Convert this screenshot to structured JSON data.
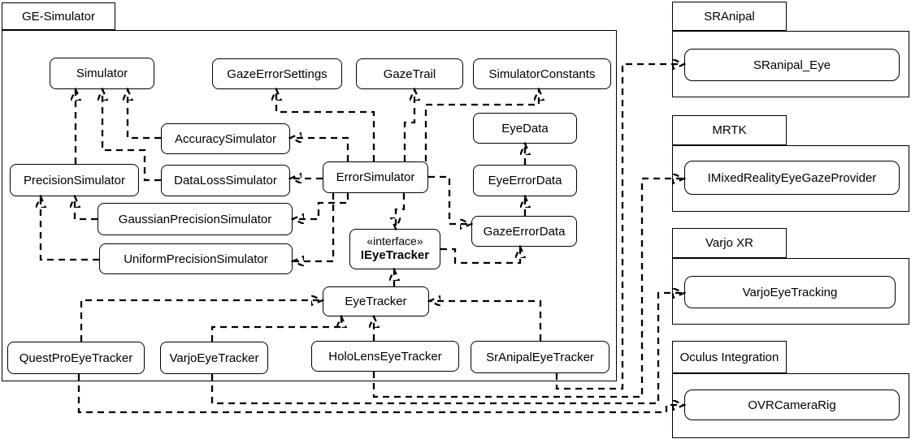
{
  "main_package_label": "GE-Simulator",
  "classes": {
    "simulator": "Simulator",
    "gaze_error_settings": "GazeErrorSettings",
    "gaze_trail": "GazeTrail",
    "simulator_constants": "SimulatorConstants",
    "accuracy_simulator": "AccuracySimulator",
    "eye_data": "EyeData",
    "precision_simulator": "PrecisionSimulator",
    "data_loss_simulator": "DataLossSimulator",
    "error_simulator": "ErrorSimulator",
    "eye_error_data": "EyeErrorData",
    "gaussian_precision_simulator": "GaussianPrecisionSimulator",
    "gaze_error_data": "GazeErrorData",
    "uniform_precision_simulator": "UniformPrecisionSimulator",
    "interface_stereotype": "«interface»",
    "interface_name": "IEyeTracker",
    "eye_tracker": "EyeTracker",
    "quest_pro_eye_tracker": "QuestProEyeTracker",
    "varjo_eye_tracker": "VarjoEyeTracker",
    "hololens_eye_tracker": "HoloLensEyeTracker",
    "sranipal_eye_tracker": "SrAnipalEyeTracker"
  },
  "external_packages": [
    {
      "label": "SRAnipal",
      "class_name": "SRanipal_Eye"
    },
    {
      "label": "MRTK",
      "class_name": "IMixedRealityEyeGazeProvider"
    },
    {
      "label": "Varjo XR",
      "class_name": "VarjoEyeTracking"
    },
    {
      "label": "Oculus Integration",
      "class_name": "OVRCameraRig"
    }
  ],
  "dependencies": [
    {
      "from": "PrecisionSimulator",
      "to": "Simulator"
    },
    {
      "from": "DataLossSimulator",
      "to": "Simulator"
    },
    {
      "from": "AccuracySimulator",
      "to": "Simulator"
    },
    {
      "from": "ErrorSimulator",
      "to": "GazeErrorSettings"
    },
    {
      "from": "ErrorSimulator",
      "to": "GazeTrail"
    },
    {
      "from": "ErrorSimulator",
      "to": "SimulatorConstants"
    },
    {
      "from": "ErrorSimulator",
      "to": "AccuracySimulator"
    },
    {
      "from": "ErrorSimulator",
      "to": "DataLossSimulator"
    },
    {
      "from": "ErrorSimulator",
      "to": "GaussianPrecisionSimulator"
    },
    {
      "from": "ErrorSimulator",
      "to": "UniformPrecisionSimulator"
    },
    {
      "from": "ErrorSimulator",
      "to": "IEyeTracker"
    },
    {
      "from": "ErrorSimulator",
      "to": "GazeErrorData"
    },
    {
      "from": "IEyeTracker",
      "to": "GazeErrorData"
    },
    {
      "from": "GazeErrorData",
      "to": "EyeErrorData"
    },
    {
      "from": "EyeErrorData",
      "to": "EyeData"
    },
    {
      "from": "EyeTracker",
      "to": "IEyeTracker"
    },
    {
      "from": "GaussianPrecisionSimulator",
      "to": "PrecisionSimulator"
    },
    {
      "from": "UniformPrecisionSimulator",
      "to": "PrecisionSimulator"
    },
    {
      "from": "QuestProEyeTracker",
      "to": "EyeTracker"
    },
    {
      "from": "VarjoEyeTracker",
      "to": "EyeTracker"
    },
    {
      "from": "HoloLensEyeTracker",
      "to": "EyeTracker"
    },
    {
      "from": "SrAnipalEyeTracker",
      "to": "EyeTracker"
    },
    {
      "from": "SrAnipalEyeTracker",
      "to": "SRanipal_Eye"
    },
    {
      "from": "HoloLensEyeTracker",
      "to": "IMixedRealityEyeGazeProvider"
    },
    {
      "from": "VarjoEyeTracker",
      "to": "VarjoEyeTracking"
    },
    {
      "from": "QuestProEyeTracker",
      "to": "OVRCameraRig"
    }
  ]
}
